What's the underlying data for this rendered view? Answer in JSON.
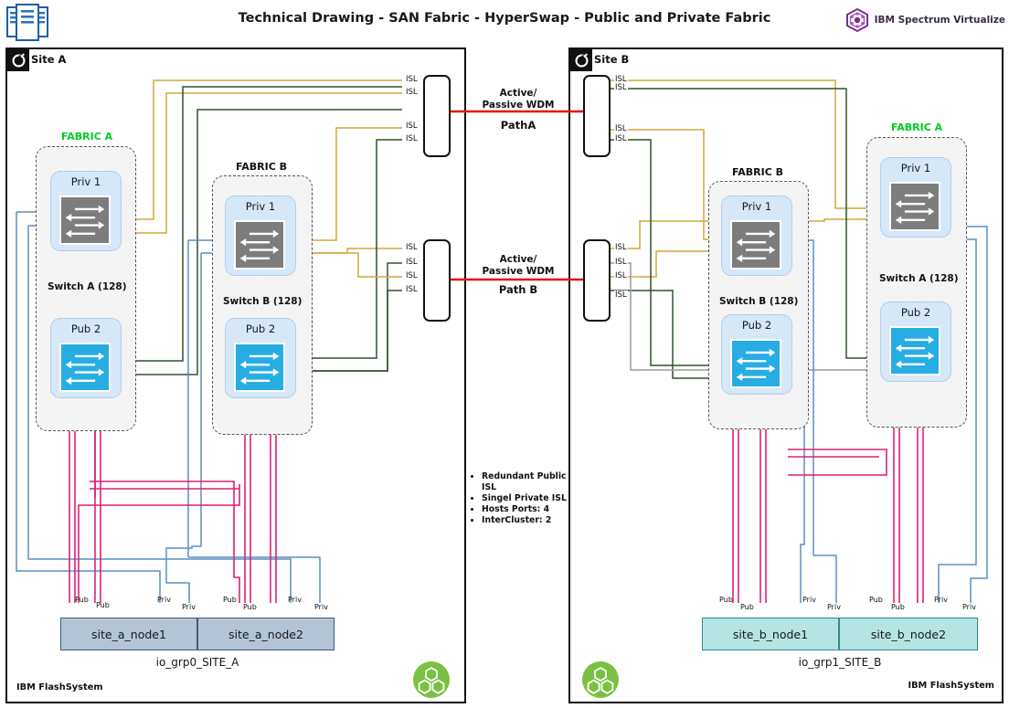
{
  "header": {
    "title": "Technical Drawing - SAN Fabric - HyperSwap - Public and Private Fabric",
    "doc_icon": "documents-icon",
    "brand_text": "IBM Spectrum Virtualize",
    "brand_icon": "ibm-spectrum-virtualize-icon"
  },
  "colors": {
    "fabric_a_title": "#00cc22",
    "fabric_b_title": "#111111",
    "priv_switch": "#7d7d7d",
    "pub_switch": "#27ade4",
    "node_a": "#b3c4d4",
    "node_b": "#b4e5e2",
    "wdm_link": "#e8120c",
    "isl_public_gold": "#d2a83c",
    "isl_private_green": "#31502f",
    "isl_grey": "#9a9a9a",
    "cable_pub": "#e01f78",
    "cable_priv": "#5b8ec4",
    "flash_logo": "#7ac143"
  },
  "sites": [
    {
      "id": "site-a",
      "badge_label": "Site A",
      "badge_icon": "site-circle-arrow-icon",
      "fabrics": [
        {
          "id": "site-a-fabric-a",
          "title": "FABRIC A",
          "title_color": "green",
          "switch_label": "Switch A (128)",
          "switches": [
            {
              "id": "priv",
              "caption": "Priv 1",
              "icon": "switch-icon"
            },
            {
              "id": "pub",
              "caption": "Pub 2",
              "icon": "switch-icon"
            }
          ]
        },
        {
          "id": "site-a-fabric-b",
          "title": "FABRIC B",
          "title_color": "black",
          "switch_label": "Switch B (128)",
          "switches": [
            {
              "id": "priv",
              "caption": "Priv 1",
              "icon": "switch-icon"
            },
            {
              "id": "pub",
              "caption": "Pub 2",
              "icon": "switch-icon"
            }
          ]
        }
      ],
      "nodes": [
        "site_a_node1",
        "site_a_node2"
      ],
      "iogrp_label": "io_grp0_SITE_A",
      "flash_label": "IBM FlashSystem",
      "flash_icon": "flashsystem-cubes-icon",
      "port_tags": [
        "Pub",
        "Pub",
        "Priv",
        "Priv",
        "Pub",
        "Pub",
        "Priv",
        "Priv"
      ]
    },
    {
      "id": "site-b",
      "badge_label": "Site B",
      "badge_icon": "site-circle-arrow-icon",
      "fabrics": [
        {
          "id": "site-b-fabric-b",
          "title": "FABRIC B",
          "title_color": "black",
          "switch_label": "Switch B (128)",
          "switches": [
            {
              "id": "priv",
              "caption": "Priv 1",
              "icon": "switch-icon"
            },
            {
              "id": "pub",
              "caption": "Pub 2",
              "icon": "switch-icon"
            }
          ]
        },
        {
          "id": "site-b-fabric-a",
          "title": "FABRIC A",
          "title_color": "green",
          "switch_label": "Switch A (128)",
          "switches": [
            {
              "id": "priv",
              "caption": "Priv 1",
              "icon": "switch-icon"
            },
            {
              "id": "pub",
              "caption": "Pub 2",
              "icon": "switch-icon"
            }
          ]
        }
      ],
      "nodes": [
        "site_b_node1",
        "site_b_node2"
      ],
      "iogrp_label": "io_grp1_SITE_B",
      "flash_label": "IBM FlashSystem",
      "flash_icon": "flashsystem-cubes-icon",
      "port_tags": [
        "Pub",
        "Pub",
        "Priv",
        "Priv",
        "Pub",
        "Pub",
        "Priv",
        "Priv"
      ]
    }
  ],
  "wdm_paths": [
    {
      "id": "patha",
      "type_label": "Active/\nPassive WDM",
      "type_label_line1": "Active/",
      "type_label_line2": "Passive WDM",
      "path_label": "PathA",
      "left_isl_tags": [
        "ISL",
        "ISL",
        "ISL",
        "ISL"
      ],
      "right_isl_tags": [
        "ISL",
        "ISL",
        "ISL",
        "ISL"
      ]
    },
    {
      "id": "pathb",
      "type_label_line1": "Active/",
      "type_label_line2": "Passive WDM",
      "path_label": "Path B",
      "left_isl_tags": [
        "ISL",
        "ISL",
        "ISL",
        "ISL"
      ],
      "right_isl_tags": [
        "ISL",
        "ISL",
        "ISL",
        "ISL"
      ]
    }
  ],
  "notes": {
    "items": [
      "Redundant Public ISL",
      "Singel Private ISL",
      "Hosts Ports: 4",
      "InterCluster: 2"
    ]
  }
}
